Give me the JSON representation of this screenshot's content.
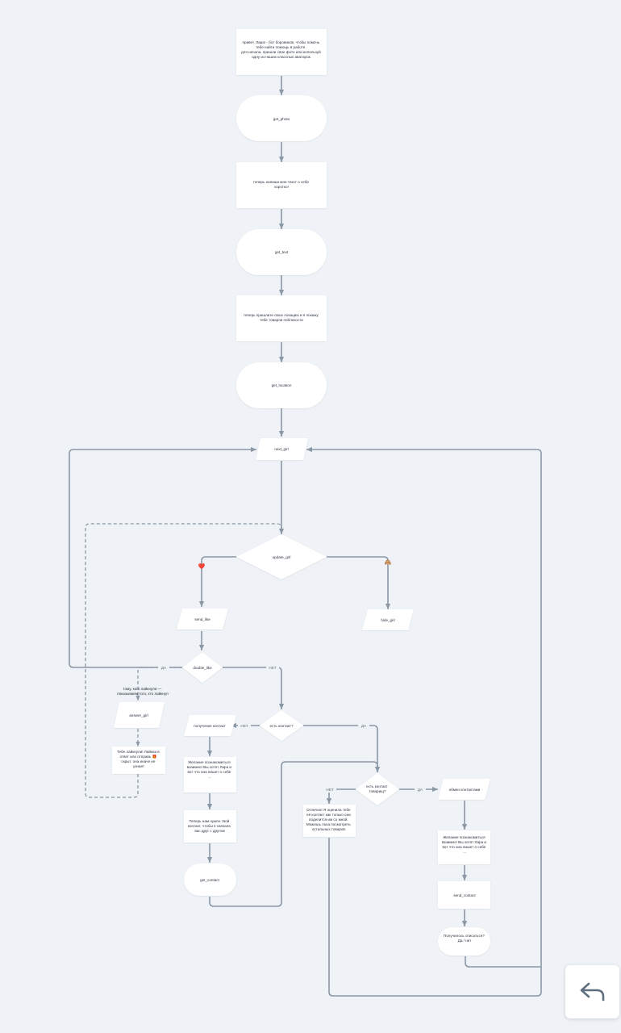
{
  "nodes": {
    "intro": [
      "привет. Лара! - бот боровиков, чтобы помочь",
      "тебе найти помощь в работе.",
      "",
      "для начала, пришли свое фото или используй",
      "одну из наших классных аватарок."
    ],
    "get_photo": [
      "get_photo"
    ],
    "ask_text": [
      "теперь напиши мне текст о себе",
      "коротко!"
    ],
    "get_text": [
      "get_text"
    ],
    "ask_location": [
      "теперь пришлите свою локацию и я покажу",
      "тебе товаров поблизости"
    ],
    "get_location": [
      "get_location"
    ],
    "next_girl": [
      "next_girl"
    ],
    "update_girl": [
      "update_girl"
    ],
    "send_like": [
      "send_like"
    ],
    "hide_girl": [
      "hide_girl"
    ],
    "double_like": [
      "double_like"
    ],
    "like_hint": [
      "тому, кого лайкнули —",
      "показываем того, кто лайкнул"
    ],
    "answer_girl": [
      "answer_girl"
    ],
    "like_notice": [
      "Тебе лайкнули! Лайкни в",
      "ответ или отправь 🎁",
      "скрыт. она иначе не",
      "узнает"
    ],
    "has_contact": [
      "есть контакт?"
    ],
    "get_contact_msg": [
      "получение контакт"
    ],
    "wish_contact_left": [
      "Желание познакомиться",
      "взаимно! Вы хотят Лара и",
      "вот что она пишет о себе",
      "",
      "..."
    ],
    "ask_contact": [
      "Теперь нам нужен твой",
      "контакт, чтобы я связала",
      "вас друг с другом"
    ],
    "get_contact": [
      "get_contact"
    ],
    "has_contact_other": [
      "есть контакт",
      "товарищ?"
    ],
    "contact_saved": [
      "Отлично! Я оценила тебе",
      "её контакт как только она",
      "поделится им со мной.",
      "Можешь пока посмотреть",
      "остальных товаров."
    ],
    "exchange_contacts": [
      "обмен контактами"
    ],
    "wish_contact_right": [
      "Желание познакомиться",
      "взаимно! Вы хотят Лара и",
      "вот что она пишет о себе",
      "",
      "..."
    ],
    "send_contact": [
      "send_contact"
    ],
    "got_acquainted": [
      "Получилось списаться?",
      "",
      "Да / нет"
    ]
  },
  "edge_labels": {
    "yes_left": "ДА",
    "no_right": "НЕТ",
    "no_contact": "НЕТ",
    "yes_contact": "ДА",
    "no_other": "НЕТ",
    "yes_other": "ДА"
  },
  "markers": {
    "like": "❤️",
    "skip": "🙈"
  },
  "colors": {
    "canvas": "#eff2f6",
    "node": "#ffffff",
    "edge": "#8b98a6",
    "text": "#2b3440"
  },
  "undo_icon": "undo-arrow-icon"
}
